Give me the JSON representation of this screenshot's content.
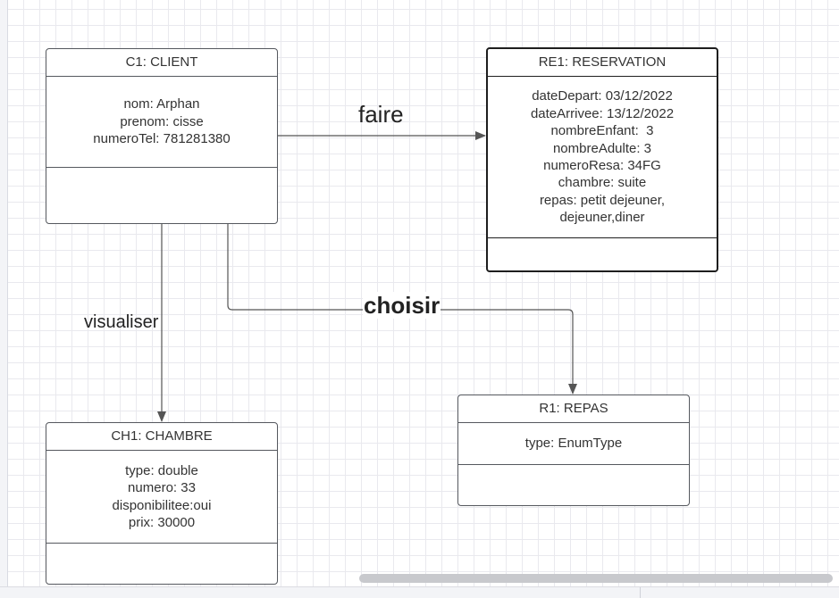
{
  "classes": {
    "client": {
      "title": "C1: CLIENT",
      "attributes": [
        "nom: Arphan",
        "prenom: cisse",
        "numeroTel: 781281380"
      ]
    },
    "reservation": {
      "title": "RE1: RESERVATION",
      "attributes": [
        "dateDepart: 03/12/2022",
        "dateArrivee: 13/12/2022",
        "nombreEnfant:  3",
        "nombreAdulte: 3",
        "numeroResa: 34FG",
        "chambre: suite",
        "repas: petit dejeuner,",
        "dejeuner,diner"
      ]
    },
    "chambre": {
      "title": "CH1: CHAMBRE",
      "attributes": [
        "type: double",
        "numero: 33",
        "disponibilitee:oui",
        "prix: 30000"
      ]
    },
    "repas": {
      "title": "R1: REPAS",
      "attributes": [
        "type: EnumType"
      ]
    }
  },
  "associations": {
    "faire": "faire",
    "visualiser": "visualiser",
    "choisir": "choisir"
  },
  "colors": {
    "line": "#555555",
    "border": "#55585e",
    "selected_border": "#1e1e1e",
    "grid": "#e9e9ee"
  }
}
